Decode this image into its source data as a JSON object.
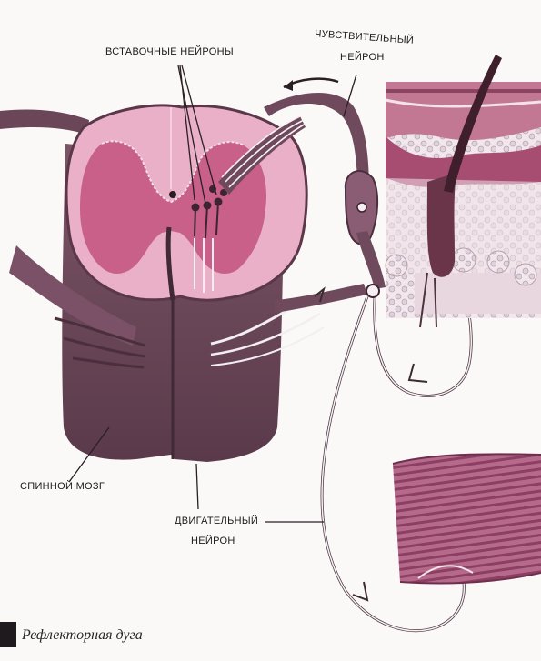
{
  "labels": {
    "interneurons": "ВСТАВОЧНЫЕ НЕЙРОНЫ",
    "sensory_neuron_line1": "ЧУВСТВИТЕЛЬНЫЙ",
    "sensory_neuron_line2": "НЕЙРОН",
    "spinal_cord": "СПИННОЙ МОЗГ",
    "motor_neuron_line1": "ДВИГАТЕЛЬНЫЙ",
    "motor_neuron_line2": "НЕЙРОН"
  },
  "caption": "Рефлекторная дуга",
  "colors": {
    "white_matter": "#e7a9c1",
    "gray_matter": "#c65c86",
    "cord_dark": "#6b4457",
    "nerve_dark": "#6e4a5c",
    "skin_epidermis": "#d8a3b3",
    "skin_dermis": "#b85c7e",
    "muscle": "#a55578",
    "background": "#fbf9f7"
  }
}
